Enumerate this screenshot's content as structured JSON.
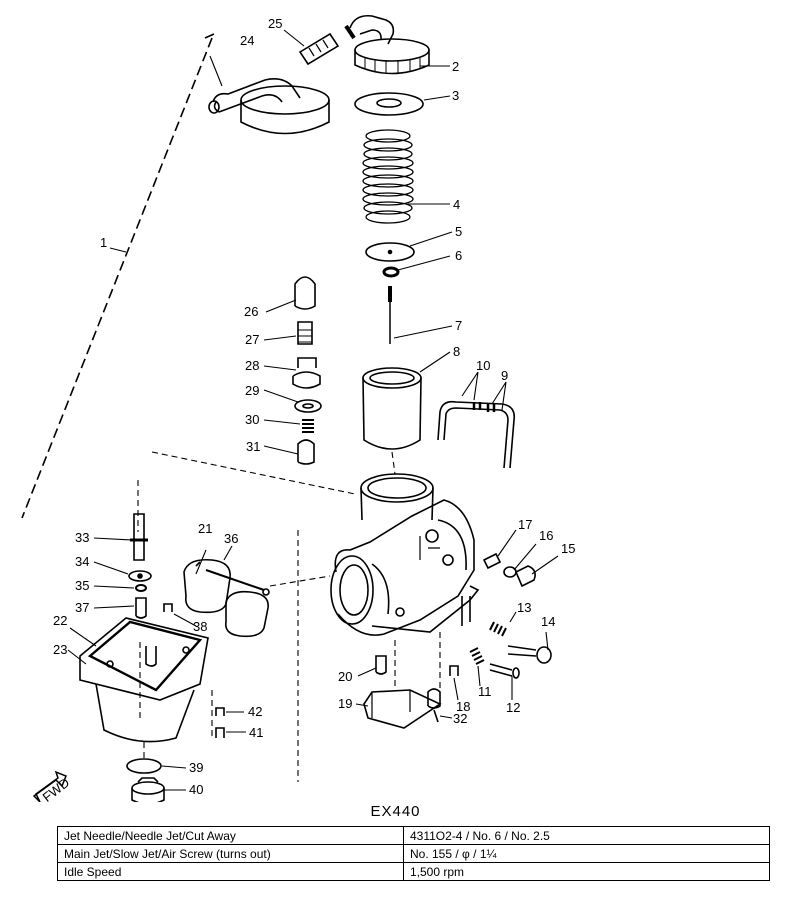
{
  "diagram": {
    "callouts": [
      "1",
      "2",
      "3",
      "4",
      "5",
      "6",
      "7",
      "8",
      "9",
      "10",
      "11",
      "12",
      "13",
      "14",
      "15",
      "16",
      "17",
      "18",
      "19",
      "20",
      "21",
      "22",
      "23",
      "24",
      "25",
      "26",
      "27",
      "28",
      "29",
      "30",
      "31",
      "32",
      "33",
      "34",
      "35",
      "36",
      "37",
      "38",
      "39",
      "40",
      "41",
      "42"
    ],
    "fwd_label": "FWD"
  },
  "model": "EX440",
  "spec_table": {
    "rows": [
      {
        "label": "Jet Needle/Needle Jet/Cut Away",
        "value": "4311O2-4  /  No. 6  /  No. 2.5"
      },
      {
        "label": "Main Jet/Slow Jet/Air Screw (turns out)",
        "value": "No. 155  /  φ  /  1¼"
      },
      {
        "label": "Idle Speed",
        "value": "1,500 rpm"
      }
    ]
  }
}
